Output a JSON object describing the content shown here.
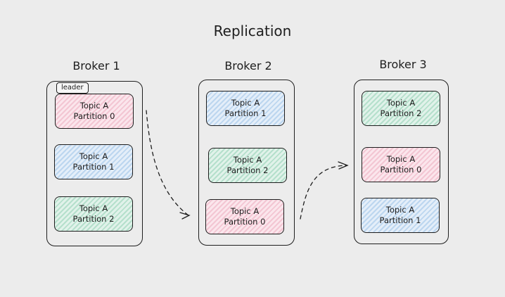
{
  "title": "Replication",
  "leader_tag": "leader",
  "brokers": [
    {
      "label": "Broker 1",
      "partitions": [
        {
          "topic": "Topic A",
          "partition": "Partition 0",
          "color": "#f3c6d3"
        },
        {
          "topic": "Topic A",
          "partition": "Partition 1",
          "color": "#bcd6ef"
        },
        {
          "topic": "Topic A",
          "partition": "Partition 2",
          "color": "#b5e0cc"
        }
      ]
    },
    {
      "label": "Broker 2",
      "partitions": [
        {
          "topic": "Topic A",
          "partition": "Partition 1",
          "color": "#bcd6ef"
        },
        {
          "topic": "Topic A",
          "partition": "Partition 2",
          "color": "#b5e0cc"
        },
        {
          "topic": "Topic A",
          "partition": "Partition 0",
          "color": "#f3c6d3"
        }
      ]
    },
    {
      "label": "Broker 3",
      "partitions": [
        {
          "topic": "Topic A",
          "partition": "Partition 2",
          "color": "#b5e0cc"
        },
        {
          "topic": "Topic A",
          "partition": "Partition 0",
          "color": "#f3c6d3"
        },
        {
          "topic": "Topic A",
          "partition": "Partition 1",
          "color": "#bcd6ef"
        }
      ]
    }
  ]
}
